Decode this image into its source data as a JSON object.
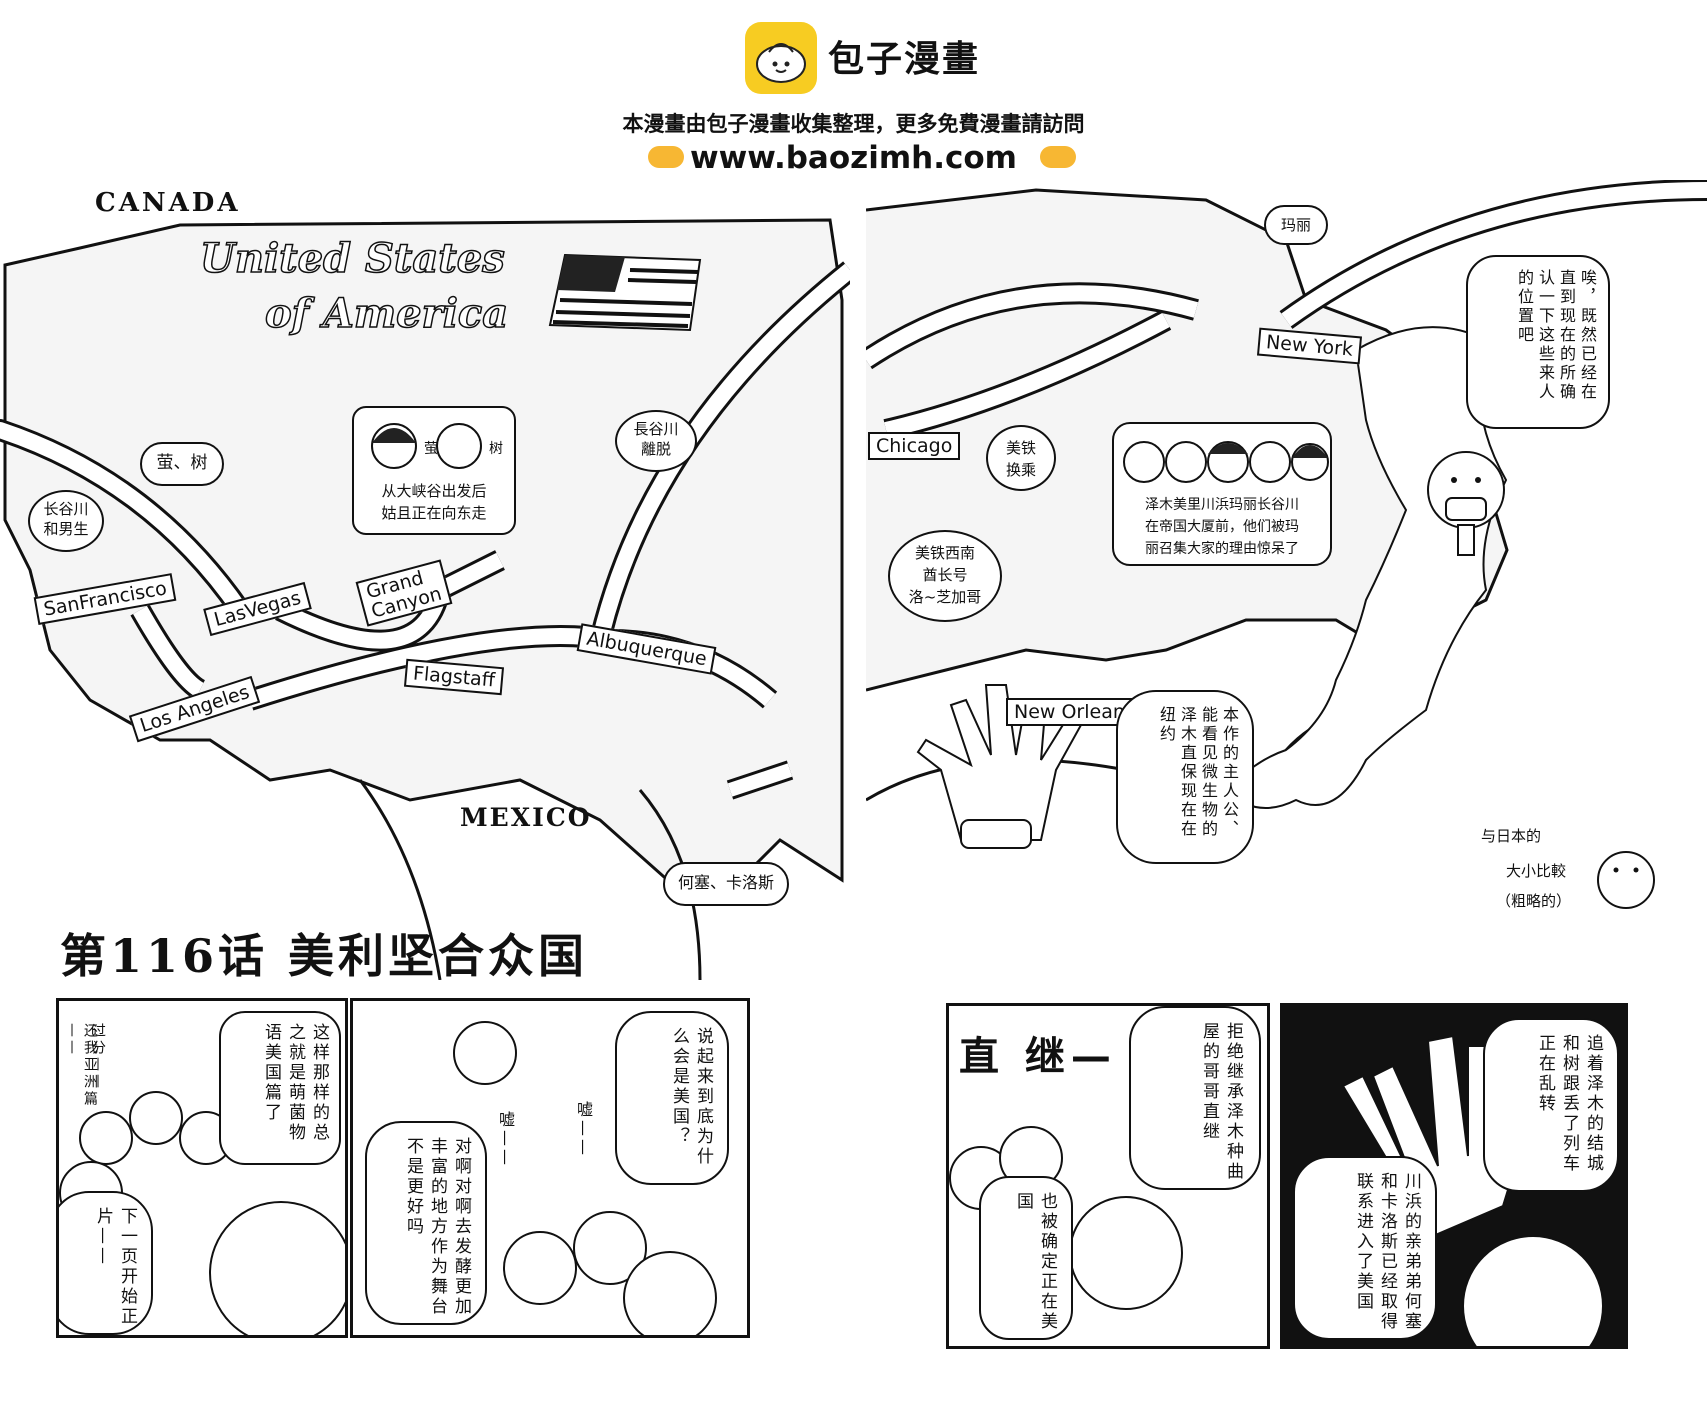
{
  "header": {
    "brand": "包子漫畫",
    "notice": "本漫畫由包子漫畫收集整理，更多免費漫畫請訪問",
    "url": "www.baozimh.com",
    "logo_icon": "bun-icon",
    "pointer_icon": "pointing-hand-icon",
    "accent_color": "#f7cc22"
  },
  "left_map": {
    "canada": "CANADA",
    "title_line1": "United States",
    "title_line2": "of America",
    "mexico": "MEXICO",
    "flag_icon": "us-flag-icon",
    "signs": {
      "san_francisco": "SanFrancisco",
      "las_vegas": "LasVegas",
      "grand": "Grand",
      "canyon": "Canyon",
      "los_angeles": "Los Angeles",
      "flagstaff": "Flagstaff",
      "albuquerque": "Albuquerque"
    },
    "bubbles": {
      "huang_shu": "萤、树",
      "hasegawa_kazuo_1": "长谷川",
      "hasegawa_kazuo_2": "和男生",
      "hasegawa_leave_1": "長谷川",
      "hasegawa_leave_2": "離脱",
      "pair_names_1": "萤",
      "pair_names_2": "树",
      "canyon_note_1": "从大峡谷出发后",
      "canyon_note_2": "姑且正在向东走",
      "jose_carlos": "何塞、卡洛斯"
    }
  },
  "right_map": {
    "mari": "玛丽",
    "signs": {
      "new_york": "New York",
      "chicago": "Chicago",
      "new_orleans": "New Orleans"
    },
    "bubbles": {
      "transfer_1": "美铁",
      "transfer_2": "换乘",
      "southwest_1": "美铁西南",
      "southwest_2": "酋长号",
      "southwest_3": "洛~芝加哥",
      "empire_1": "泽木美里川浜玛丽长谷川",
      "empire_2": "在帝国大厦前，他们被玛",
      "empire_3": "丽召集大家的理由惊呆了",
      "confirm": "唉，既然已经在直到现在的所确认一下这些来人的位置吧",
      "protagonist": "本作的主人公、能看见微生物的泽木直保现在在纽约"
    },
    "compare_1": "与日本的",
    "compare_2": "大小比較",
    "compare_3": "（粗略的）"
  },
  "chapter_title": "第116话  美利坚合众国",
  "panels": {
    "p1_voice1": "过分——",
    "p1_voice2": "还我亚洲篇——",
    "p1_text": "这样那样的总之就是萌菌物语美国篇了",
    "p1_next": "下一页开始正片——",
    "p2_voice1": "嘘——",
    "p2_voice2": "嘘——",
    "p2_question": "说起来到底为什么会是美国？",
    "p2_answer": "对啊对啊去发酵更加丰富的地方作为舞台不是更好吗",
    "p3_title": "直 继—",
    "p3_text": "拒绝继承泽木种曲屋的哥哥直继",
    "p3_text2": "也被确定正在美国",
    "p4_text": "追着泽木的结城和树跟丢了列车正在乱转",
    "p4_text2": "川浜的亲弟弟何塞和卡洛斯已经取得联系进入了美国"
  }
}
